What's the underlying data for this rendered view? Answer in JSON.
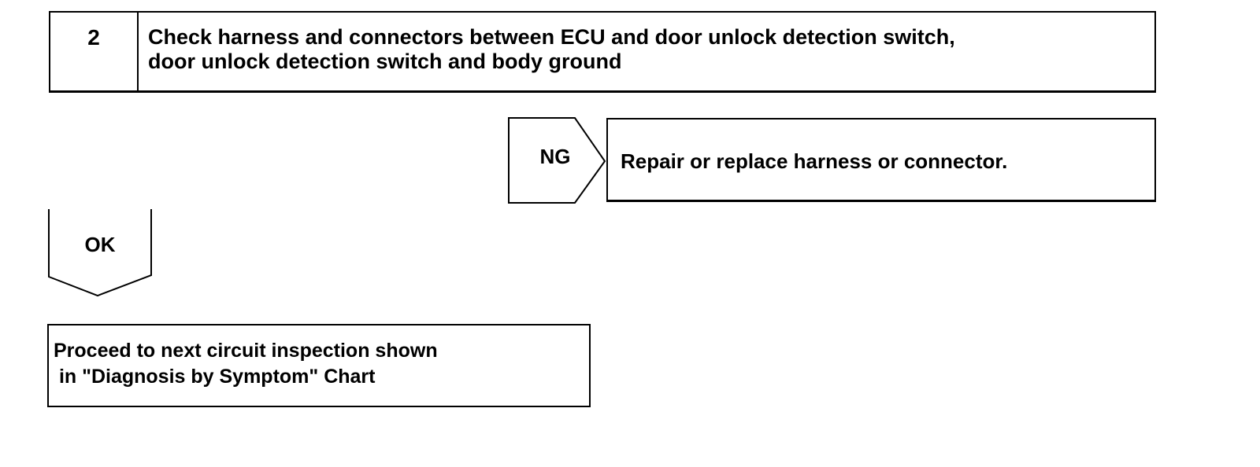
{
  "step": {
    "number": "2",
    "title": "Check harness and connectors between ECU and door unlock detection switch,\ndoor unlock detection switch and body ground"
  },
  "ng_branch": {
    "label": "NG",
    "action": "Repair or replace harness or connector."
  },
  "ok_branch": {
    "label": "OK"
  },
  "next_step": {
    "text": "Proceed to next circuit inspection shown\n in \"Diagnosis by Symptom\" Chart"
  }
}
